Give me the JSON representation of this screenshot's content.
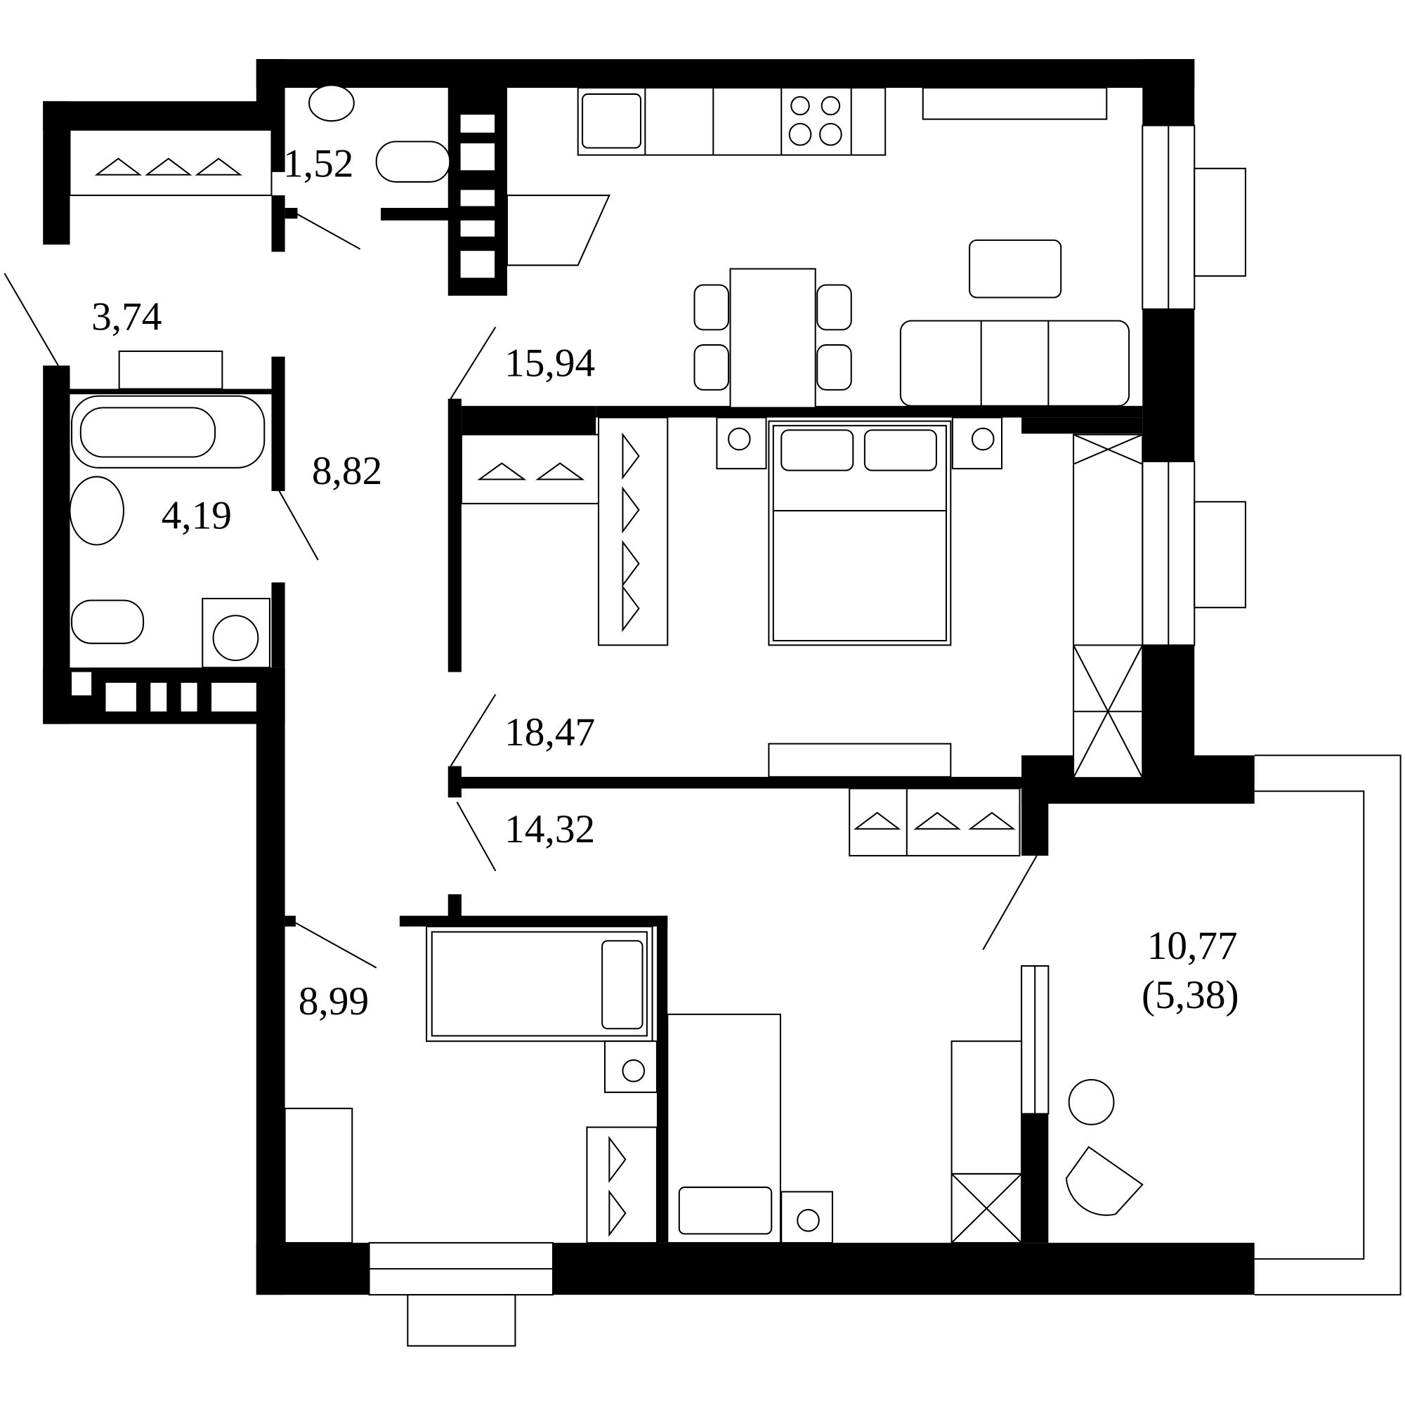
{
  "plan": {
    "rooms": [
      {
        "id": "wc",
        "area": "1,52"
      },
      {
        "id": "storage",
        "area": "3,74"
      },
      {
        "id": "kitchen-living",
        "area": "15,94"
      },
      {
        "id": "hall",
        "area": "8,82"
      },
      {
        "id": "bathroom",
        "area": "4,19"
      },
      {
        "id": "bedroom",
        "area": "18,47"
      },
      {
        "id": "children-room",
        "area": "14,32"
      },
      {
        "id": "corridor",
        "area": "8,99"
      },
      {
        "id": "balcony",
        "area": "10,77",
        "reduced_area": "(5,38)"
      }
    ],
    "colors": {
      "wall": "#000000",
      "background": "#ffffff"
    }
  }
}
